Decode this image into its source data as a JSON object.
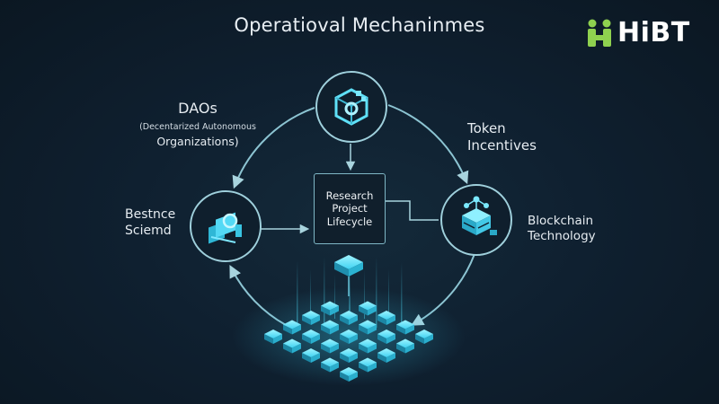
{
  "title": "Operatioval Mechaninmes",
  "logo": {
    "text": "HiBT",
    "icon": "hibt-logo-icon",
    "accent_color": "#8fd14f"
  },
  "nodes": {
    "top": {
      "icon": "gear-cube-icon"
    },
    "left": {
      "icon": "tokens-stack-icon"
    },
    "right": {
      "icon": "server-network-icon"
    }
  },
  "labels": {
    "dao_title": "DAOs",
    "dao_subtitle": "(Decentarized Autonomous",
    "dao_subtitle_2": "Organizations)",
    "token_line1": "Token",
    "token_line2": "Incentives",
    "bestnce_line1": "Bestnce",
    "bestnce_line2": "Sciemd",
    "blockchain_line1": "Blockchain",
    "blockchain_line2": "Technology"
  },
  "center_box": {
    "line1": "Research",
    "line2": "Project",
    "line3": "Lifecycle"
  },
  "colors": {
    "background": "#0f2030",
    "ring": "#8cc4d2",
    "glow": "#4fe3ff",
    "text": "#e8eef3"
  }
}
